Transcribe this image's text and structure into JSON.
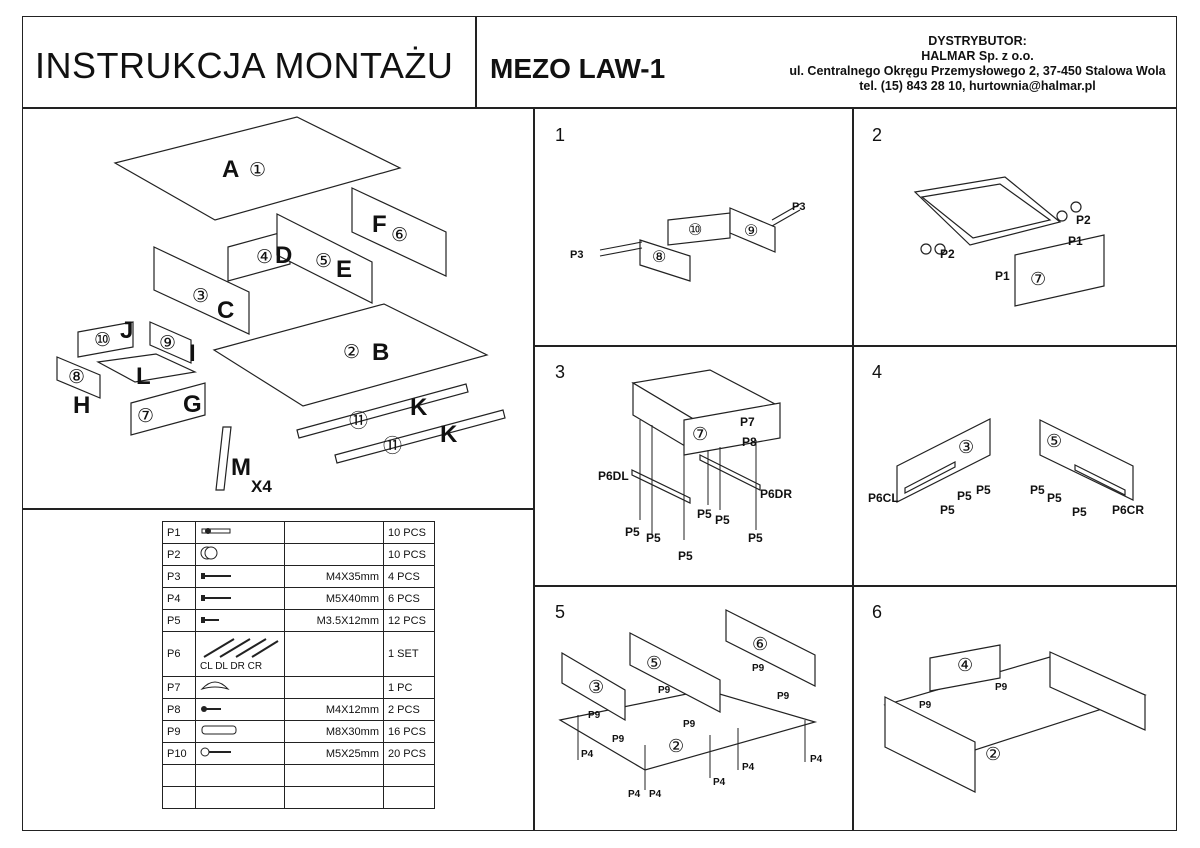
{
  "header": {
    "title": "INSTRUKCJA MONTAŻU",
    "model": "MEZO LAW-1",
    "distributor": {
      "label": "DYSTRYBUTOR:",
      "company": "HALMAR Sp. z o.o.",
      "address": "ul. Centralnego Okręgu Przemysłowego 2, 37-450 Stalowa Wola",
      "contact": "tel. (15) 843 28 10, hurtownia@halmar.pl"
    }
  },
  "exploded": {
    "A": "A",
    "A_num": "①",
    "B": "B",
    "B_num": "②",
    "C": "C",
    "C_num": "③",
    "D": "D",
    "D_num": "④",
    "E": "E",
    "E_num": "⑤",
    "F": "F",
    "F_num": "⑥",
    "G": "G",
    "G_num": "⑦",
    "H": "H",
    "H_num": "⑧",
    "I": "I",
    "I_num": "⑨",
    "J": "J",
    "J_num": "⑩",
    "K": "K",
    "K_num": "⑪",
    "L": "L",
    "M": "M",
    "M_qty": "X4"
  },
  "parts": [
    {
      "code": "P1",
      "icon": "dowel-pin-icon",
      "size": "",
      "qty": "10 PCS"
    },
    {
      "code": "P2",
      "icon": "cam-lock-icon",
      "size": "",
      "qty": "10 PCS"
    },
    {
      "code": "P3",
      "icon": "screw-icon",
      "size": "M4X35mm",
      "qty": "4 PCS"
    },
    {
      "code": "P4",
      "icon": "screw-icon",
      "size": "M5X40mm",
      "qty": "6 PCS"
    },
    {
      "code": "P5",
      "icon": "short-screw-icon",
      "size": "M3.5X12mm",
      "qty": "12 PCS"
    },
    {
      "code": "P6",
      "icon": "drawer-rails-icon",
      "size": "",
      "qty": "1 SET",
      "rail_labels": "CL DL DR CR"
    },
    {
      "code": "P7",
      "icon": "handle-icon",
      "size": "",
      "qty": "1 PC"
    },
    {
      "code": "P8",
      "icon": "bolt-icon",
      "size": "M4X12mm",
      "qty": "2 PCS"
    },
    {
      "code": "P9",
      "icon": "wood-dowel-icon",
      "size": "M8X30mm",
      "qty": "16 PCS"
    },
    {
      "code": "P10",
      "icon": "long-screw-icon",
      "size": "M5X25mm",
      "qty": "20 PCS"
    },
    {
      "code": "",
      "icon": "",
      "size": "",
      "qty": ""
    },
    {
      "code": "",
      "icon": "",
      "size": "",
      "qty": ""
    }
  ],
  "steps": {
    "s1": {
      "num": "1",
      "P3a": "P3",
      "P3b": "P3",
      "n8": "⑧",
      "n9": "⑨",
      "n10": "⑩"
    },
    "s2": {
      "num": "2",
      "P1a": "P1",
      "P1b": "P1",
      "P2a": "P2",
      "P2b": "P2",
      "n7": "⑦"
    },
    "s3": {
      "num": "3",
      "P7": "P7",
      "P8": "P8",
      "P6DL": "P6DL",
      "P6DR": "P6DR",
      "P5": "P5",
      "n7": "⑦"
    },
    "s4": {
      "num": "4",
      "P6CL": "P6CL",
      "P6CR": "P6CR",
      "P5": "P5",
      "n3": "③",
      "n5": "⑤"
    },
    "s5": {
      "num": "5",
      "P9": "P9",
      "P4": "P4",
      "n2": "②",
      "n3": "③",
      "n5": "⑤",
      "n6": "⑥"
    },
    "s6": {
      "num": "6",
      "P9": "P9",
      "n2": "②",
      "n4": "④"
    }
  }
}
